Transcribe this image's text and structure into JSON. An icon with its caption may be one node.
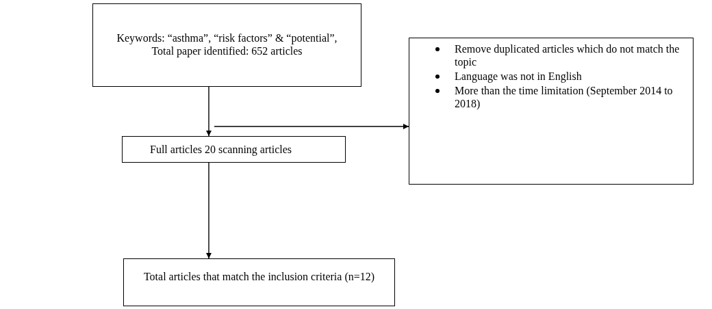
{
  "diagram": {
    "nodes": [
      {
        "text": [
          "Keywords: “asthma”, “risk factors” & “potential”,",
          "Total paper identified: 652 articles"
        ]
      },
      {
        "text": [
          "Remove duplicated articles which do not match the topic",
          "Language was not in English",
          "More than the time limitation (September 2014 to 2018)"
        ]
      },
      {
        "text": [
          "Full articles 20 scanning articles"
        ]
      },
      {
        "text": [
          "Total articles that match the inclusion criteria (n=12)"
        ]
      }
    ],
    "edges": [
      {
        "from": 0,
        "to": 2,
        "arrow": "to"
      },
      {
        "from": null,
        "to": 1,
        "arrow": "to"
      },
      {
        "from": 2,
        "to": 3,
        "arrow": "to"
      }
    ]
  }
}
